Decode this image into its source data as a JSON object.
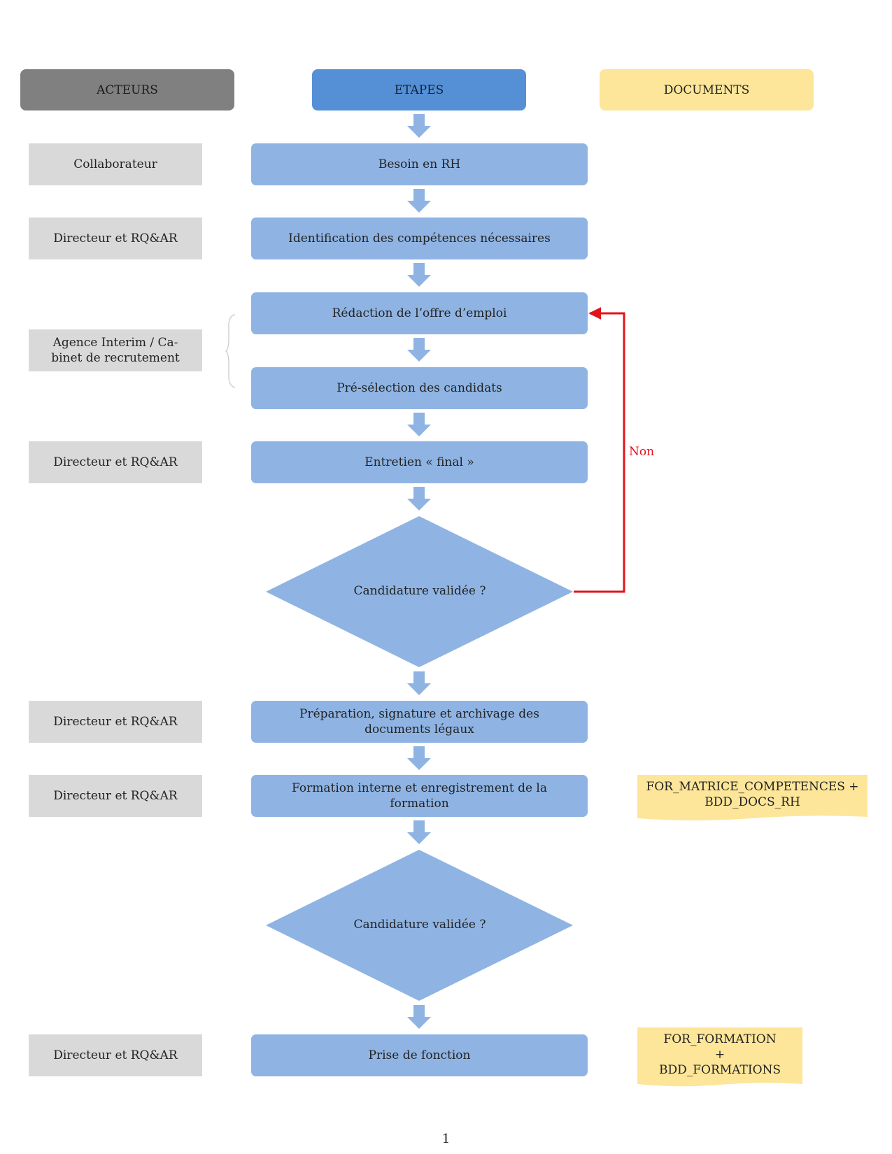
{
  "headers": {
    "actors": "ACTEURS",
    "steps": "ETAPES",
    "documents": "DOCUMENTS"
  },
  "actors": [
    "Collaborateur",
    "Directeur et RQ&AR",
    "Agence Interim / Ca-binet de recrutement",
    "Directeur et RQ&AR",
    "Directeur et RQ&AR",
    "Directeur et RQ&AR",
    "Directeur et RQ&AR"
  ],
  "steps": [
    "Besoin en RH",
    "Identification des compétences nécessaires",
    "Rédaction de l’offre d’emploi",
    "Pré-sélection des candidats",
    "Entretien « final »",
    "Préparation, signature et archivage des documents légaux",
    "Formation interne et enregistrement de la formation",
    "Prise de fonction"
  ],
  "decisions": [
    "Candidature validée ?",
    "Candidature validée ?"
  ],
  "loop_label": "Non",
  "documents": [
    "FOR_MATRICE_COMPETENCES + BDD_DOCS_RH",
    "FOR_FORMATION + BDD_FORMATIONS"
  ],
  "page_number": "1",
  "colors": {
    "header_actors": "#808080",
    "header_steps": "#5590d6",
    "header_documents": "#fde699",
    "step": "#8fb4e3",
    "actor": "#d9d9d9",
    "document": "#fde699",
    "loop_arrow": "#e3131b"
  }
}
